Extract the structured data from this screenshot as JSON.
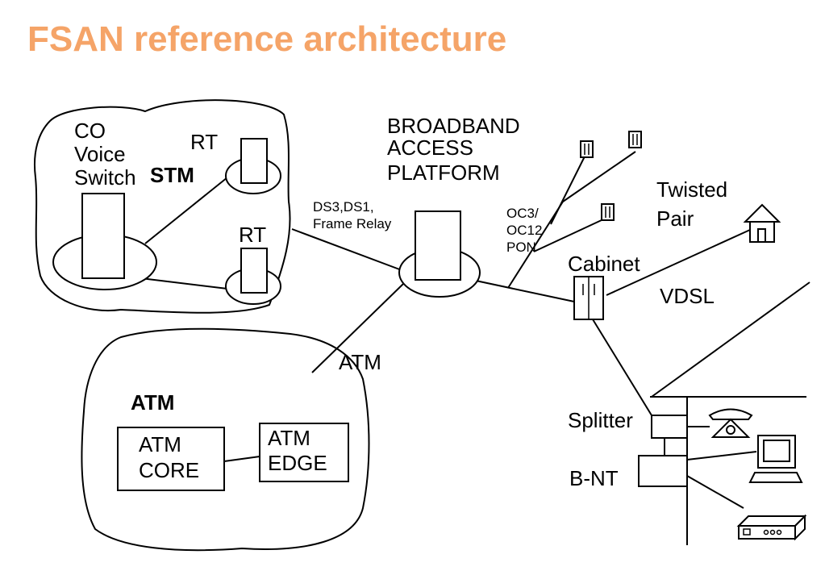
{
  "title": "FSAN reference architecture",
  "colors": {
    "title": "#F5A468",
    "ink": "#000000",
    "background": "#FFFFFF"
  },
  "labels": {
    "co_line1": "CO",
    "co_line2": "Voice",
    "co_line3": "Switch",
    "stm": "STM",
    "rt_top": "RT",
    "rt_bottom": "RT",
    "bap_line1": "BROADBAND",
    "bap_line2": "ACCESS",
    "bap_line3": "PLATFORM",
    "ds3_line1": "DS3,DS1,",
    "ds3_line2": "Frame Relay",
    "oc_line1": "OC3/",
    "oc_line2": "OC12",
    "oc_line3": "PON",
    "twisted_line1": "Twisted",
    "twisted_line2": "Pair",
    "cabinet": "Cabinet",
    "vdsl": "VDSL",
    "atm_link": "ATM",
    "atm_cloud": "ATM",
    "atm_core_line1": "ATM",
    "atm_core_line2": "CORE",
    "atm_edge_line1": "ATM",
    "atm_edge_line2": "EDGE",
    "splitter": "Splitter",
    "bnt": "B-NT"
  }
}
